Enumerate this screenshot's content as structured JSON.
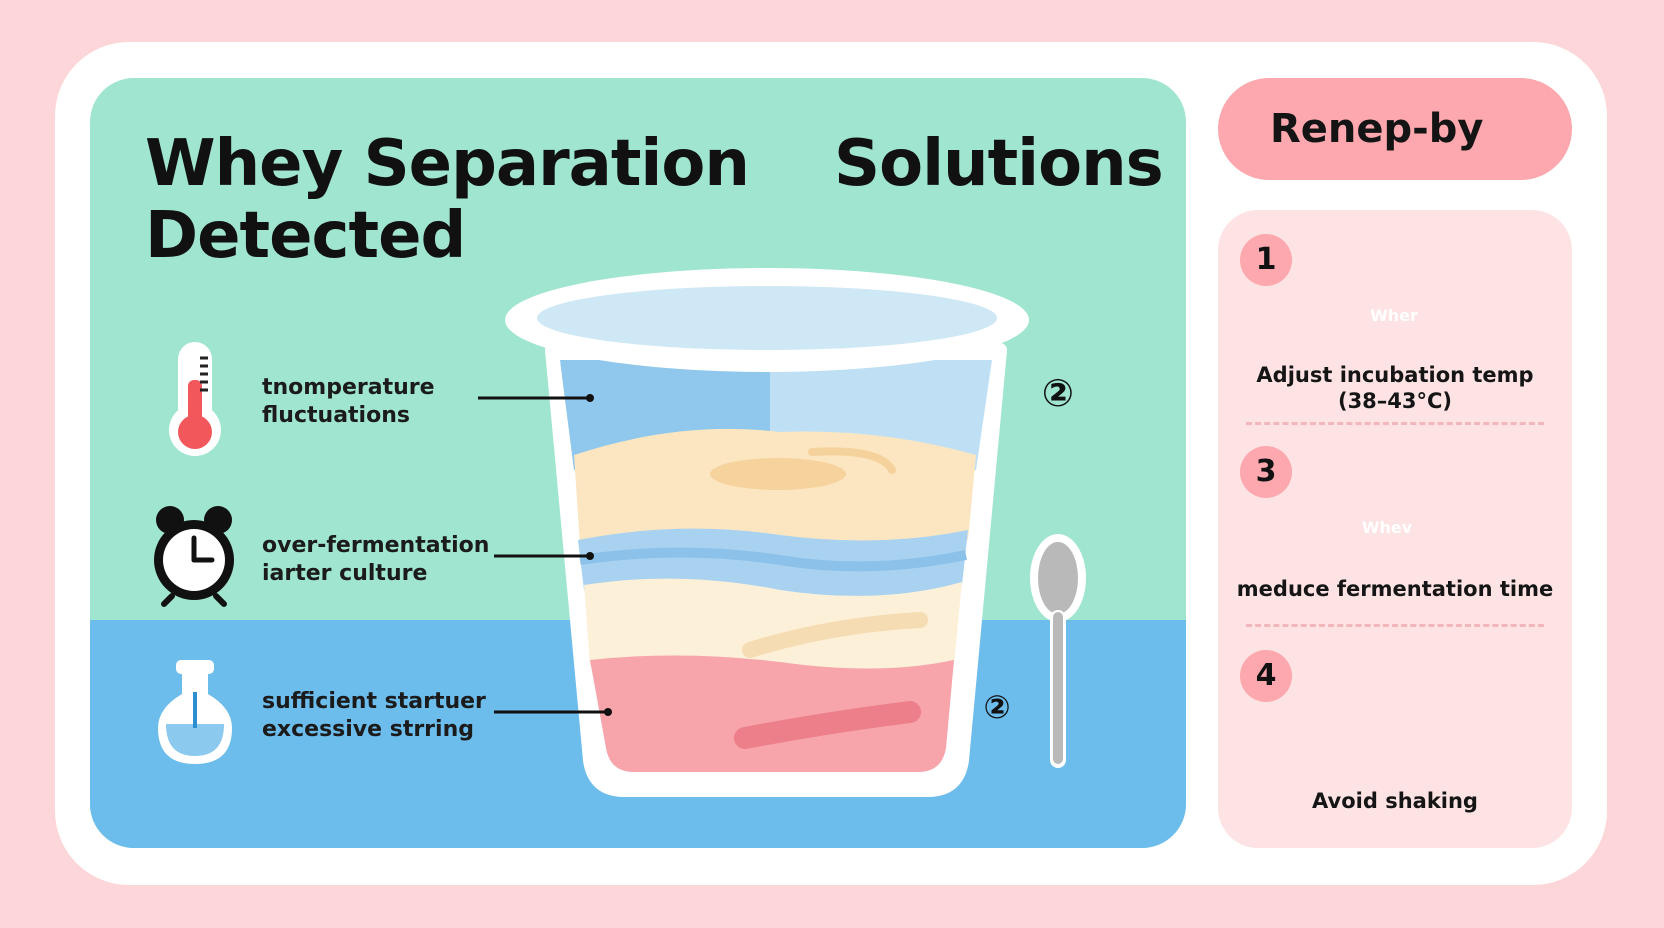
{
  "title": {
    "main": "Whey Separation Detected",
    "solutions": "Solutions"
  },
  "causes": [
    {
      "line1": "tnomperature",
      "line2": "fluctuations",
      "icon": "thermometer-icon"
    },
    {
      "line1": "over-fermentation",
      "line2": "iarter culture",
      "icon": "alarm-clock-icon"
    },
    {
      "line1": "sufficient startuer",
      "line2": "excessive strring",
      "icon": "flask-icon"
    }
  ],
  "diagram": {
    "marker_top": "②",
    "marker_bottom": "②"
  },
  "right_panel": {
    "header": "Renep-by",
    "steps": [
      {
        "number": "1",
        "jar_label": "Wher",
        "text": "Adjust incubation temp",
        "text2": "(38–43°C)"
      },
      {
        "number": "3",
        "jar_label": "Whev",
        "text": "meduce fermentation time"
      },
      {
        "number": "4",
        "text": "Avoid shaking"
      }
    ]
  },
  "colors": {
    "page_bg": "#fcd6d8",
    "mint": "#9fe5d0",
    "blue": "#6cbcec",
    "pink": "#fca8ae",
    "whey_green": "#3dc18e",
    "thermo_red": "#f2575c"
  }
}
